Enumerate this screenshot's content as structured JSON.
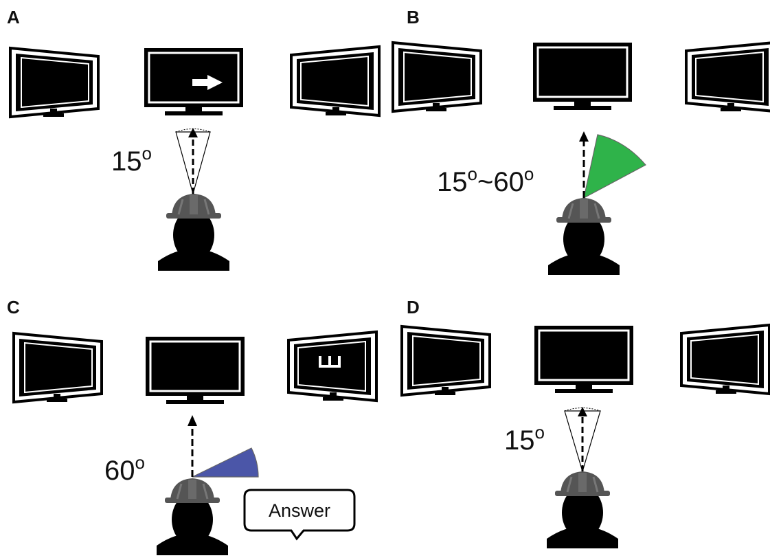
{
  "colors": {
    "monitor": "#000000",
    "helmet": "#555555",
    "head": "#000000",
    "arc_b": "#2fb34a",
    "arc_c": "#4b56a8"
  },
  "panels": [
    {
      "letter": "A",
      "angle_prefix": "15",
      "angle_suffix": "",
      "cue": "arrow-right"
    },
    {
      "letter": "B",
      "angle_prefix": "15",
      "angle_suffix": "~60",
      "cue": "none"
    },
    {
      "letter": "C",
      "angle_prefix": "60",
      "angle_suffix": "",
      "cue": "letter-E-rotated"
    },
    {
      "letter": "D",
      "angle_prefix": "15",
      "angle_suffix": "",
      "cue": "none"
    }
  ],
  "degree_symbol": "o",
  "answer_bubble": {
    "text": "Answer"
  }
}
